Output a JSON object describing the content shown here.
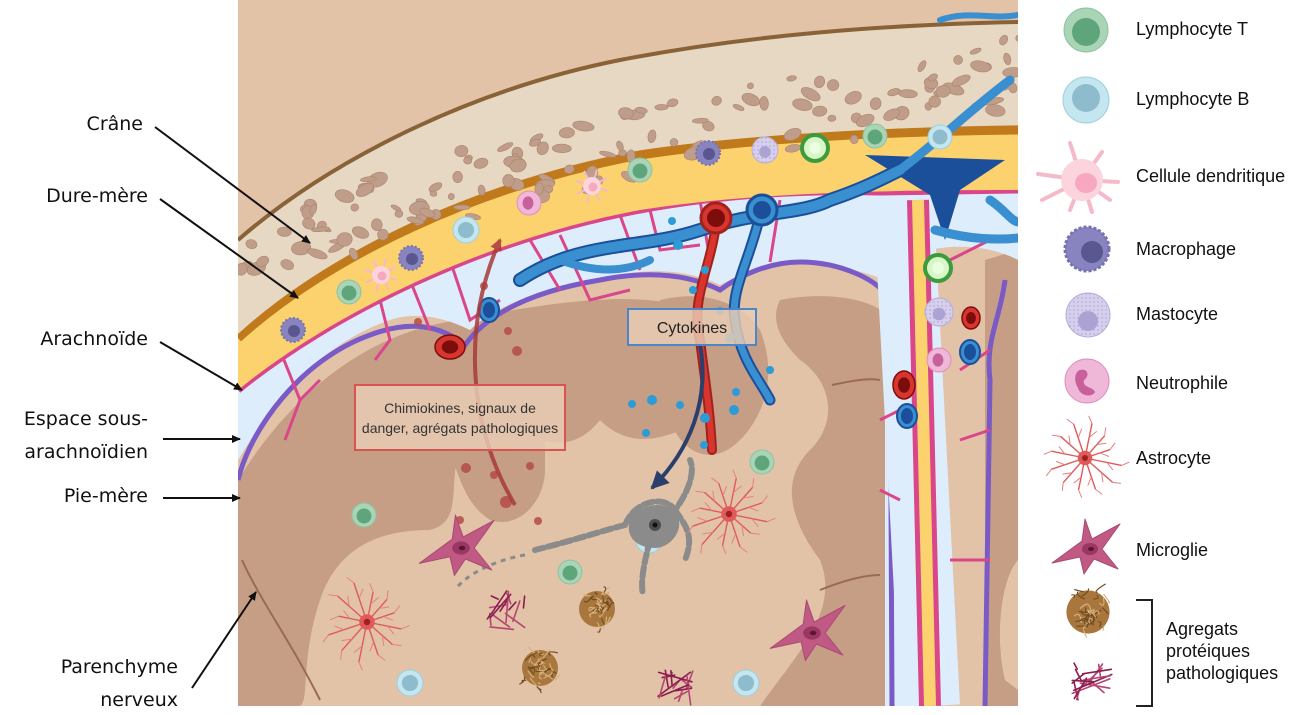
{
  "title": "Compartiments méningés et parenchyme nerveux — cellules immunitaires",
  "anatomy_labels": [
    {
      "id": "crane",
      "text": "Crâne"
    },
    {
      "id": "dure-mere",
      "text": "Dure-mère"
    },
    {
      "id": "arachnoide",
      "text": "Arachnoïde"
    },
    {
      "id": "espace-sous-arachnoidien",
      "line1": "Espace sous-",
      "line2": "arachnoïdien"
    },
    {
      "id": "pie-mere",
      "text": "Pie-mère"
    },
    {
      "id": "parenchyme-nerveux",
      "line1": "Parenchyme",
      "line2": "nerveux"
    }
  ],
  "annotations": {
    "chemokines_box": {
      "line1": "Chimiokines, signaux de",
      "line2": "danger, agrégats pathologiques"
    },
    "cytokines_box": {
      "text": "Cytokines"
    }
  },
  "legend": {
    "items": [
      {
        "icon": "t-lymphocyte-icon",
        "label": "Lymphocyte T"
      },
      {
        "icon": "b-lymphocyte-icon",
        "label": "Lymphocyte B"
      },
      {
        "icon": "dendritic-cell-icon",
        "label": "Cellule dendritique"
      },
      {
        "icon": "macrophage-icon",
        "label": "Macrophage"
      },
      {
        "icon": "mast-cell-icon",
        "label": "Mastocyte"
      },
      {
        "icon": "neutrophil-icon",
        "label": "Neutrophile"
      },
      {
        "icon": "astrocyte-icon",
        "label": "Astrocyte"
      },
      {
        "icon": "microglia-icon",
        "label": "Microglie"
      }
    ],
    "aggregates": {
      "line1": "Agregats",
      "line2": "protéiques",
      "line3": "pathologiques"
    }
  },
  "colors": {
    "skull_fill": "#e6d8c3",
    "skull_spots": "#bf9d88",
    "skull_edge": "#8a6238",
    "dura_outer": "#c07a1c",
    "dura_fill": "#fcd26e",
    "arachnoid": "#d9468a",
    "csf_space": "#deedfb",
    "pia": "#7a5ac7",
    "parenchyma_dark": "#c69e85",
    "parenchyma_light": "#e2c3a8",
    "vein": "#3a8fd0",
    "vein_dark": "#1b4f9a",
    "artery": "#d9352f",
    "chemokine_box_border": "#d9534f",
    "cytokine_box_border": "#4a86c8",
    "t_cell": "#6aae85",
    "b_cell": "#9cc8d8",
    "dendritic": "#f8c6d2",
    "macrophage": "#7c78b3",
    "mast": "#c9c1e2",
    "neutrophil": "#e6a3c9",
    "astrocyte": "#e05a5a",
    "microglia": "#c05a84"
  }
}
